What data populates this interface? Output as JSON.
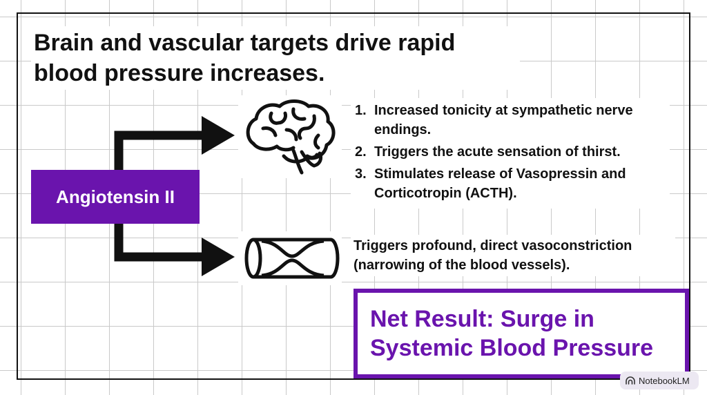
{
  "title": "Brain and vascular targets drive rapid blood pressure increases.",
  "source": {
    "label": "Angiotensin II"
  },
  "brain_effects": [
    {
      "num": "1.",
      "text": "Increased tonicity at sympathetic nerve endings."
    },
    {
      "num": "2.",
      "text": "Triggers the acute sensation of thirst."
    },
    {
      "num": "3.",
      "text": "Stimulates release of Vasopressin and Corticotropin (ACTH)."
    }
  ],
  "vessel_effect": "Triggers profound, direct vasoconstriction (narrowing of the blood vessels).",
  "result": {
    "line1": "Net Result: Surge in",
    "line2": "Systemic Blood Pressure"
  },
  "icons": {
    "brain": "brain-icon",
    "vessel": "blood-vessel-icon",
    "logo": "notebooklm-logo-icon"
  },
  "colors": {
    "accent": "#6a14ad",
    "ink": "#111111",
    "grid": "#c9c9c9"
  },
  "watermark": "NotebookLM"
}
